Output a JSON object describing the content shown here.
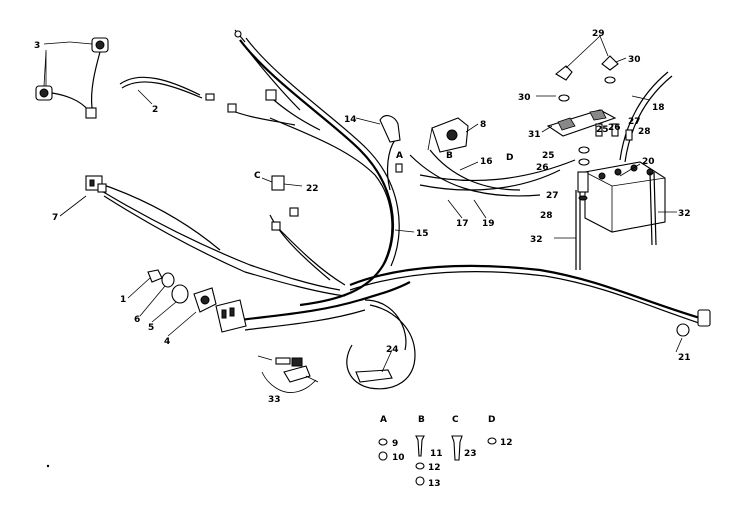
{
  "callouts": {
    "c1": "1",
    "c2": "2",
    "c3": "3",
    "c4": "4",
    "c5": "5",
    "c6": "6",
    "c7": "7",
    "c8": "8",
    "c14": "14",
    "c15": "15",
    "c16": "16",
    "c17": "17",
    "c18": "18",
    "c19": "19",
    "c20": "20",
    "c21": "21",
    "c22": "22",
    "c24": "24",
    "c25": "25",
    "c26": "26",
    "c27": "27",
    "c28": "28",
    "c29": "29",
    "c30a": "30",
    "c30b": "30",
    "c31": "31",
    "c32a": "32",
    "c32b": "32",
    "c33": "33",
    "c25b": "25",
    "c26b": "26",
    "c27b": "27",
    "c28b": "28"
  },
  "letters": {
    "A": "A",
    "B": "B",
    "C": "C",
    "D": "D"
  },
  "legend": {
    "A": {
      "letter": "A",
      "items": [
        "9",
        "10"
      ]
    },
    "B": {
      "letter": "B",
      "items": [
        "11",
        "12",
        "13"
      ]
    },
    "C": {
      "letter": "C",
      "items": [
        "23"
      ]
    },
    "D": {
      "letter": "D",
      "items": [
        "12"
      ]
    }
  }
}
